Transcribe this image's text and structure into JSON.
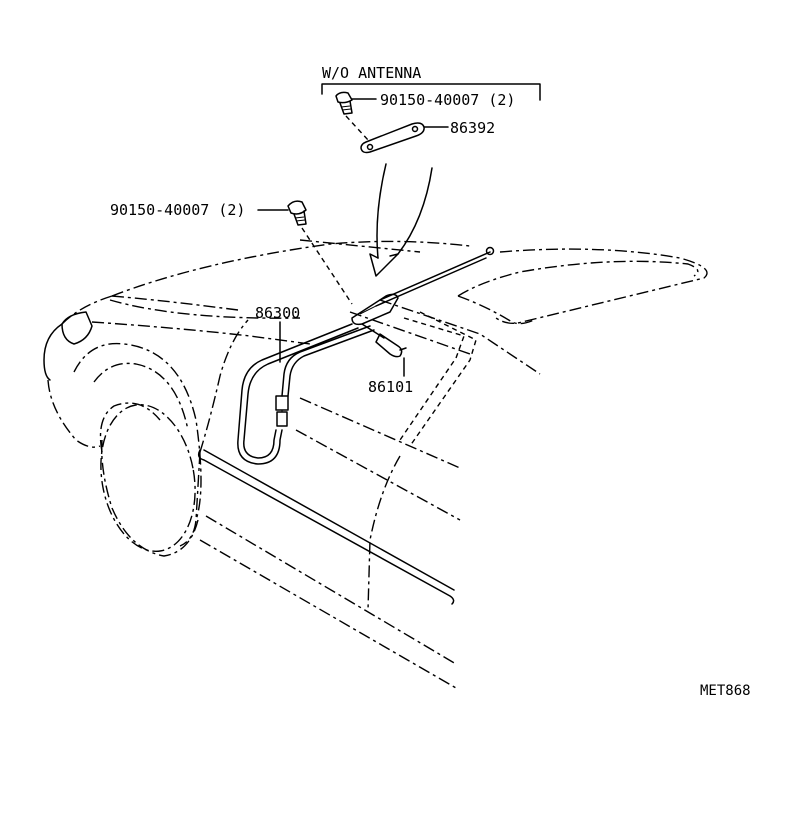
{
  "labels": {
    "wo_antenna": "W/O ANTENNA",
    "bolt_top": "90150-40007 (2)",
    "cover_plate": "86392",
    "bolt_left": "90150-40007 (2)",
    "antenna_assembly": "86300",
    "cord": "86101",
    "figure_code": "MET868"
  }
}
